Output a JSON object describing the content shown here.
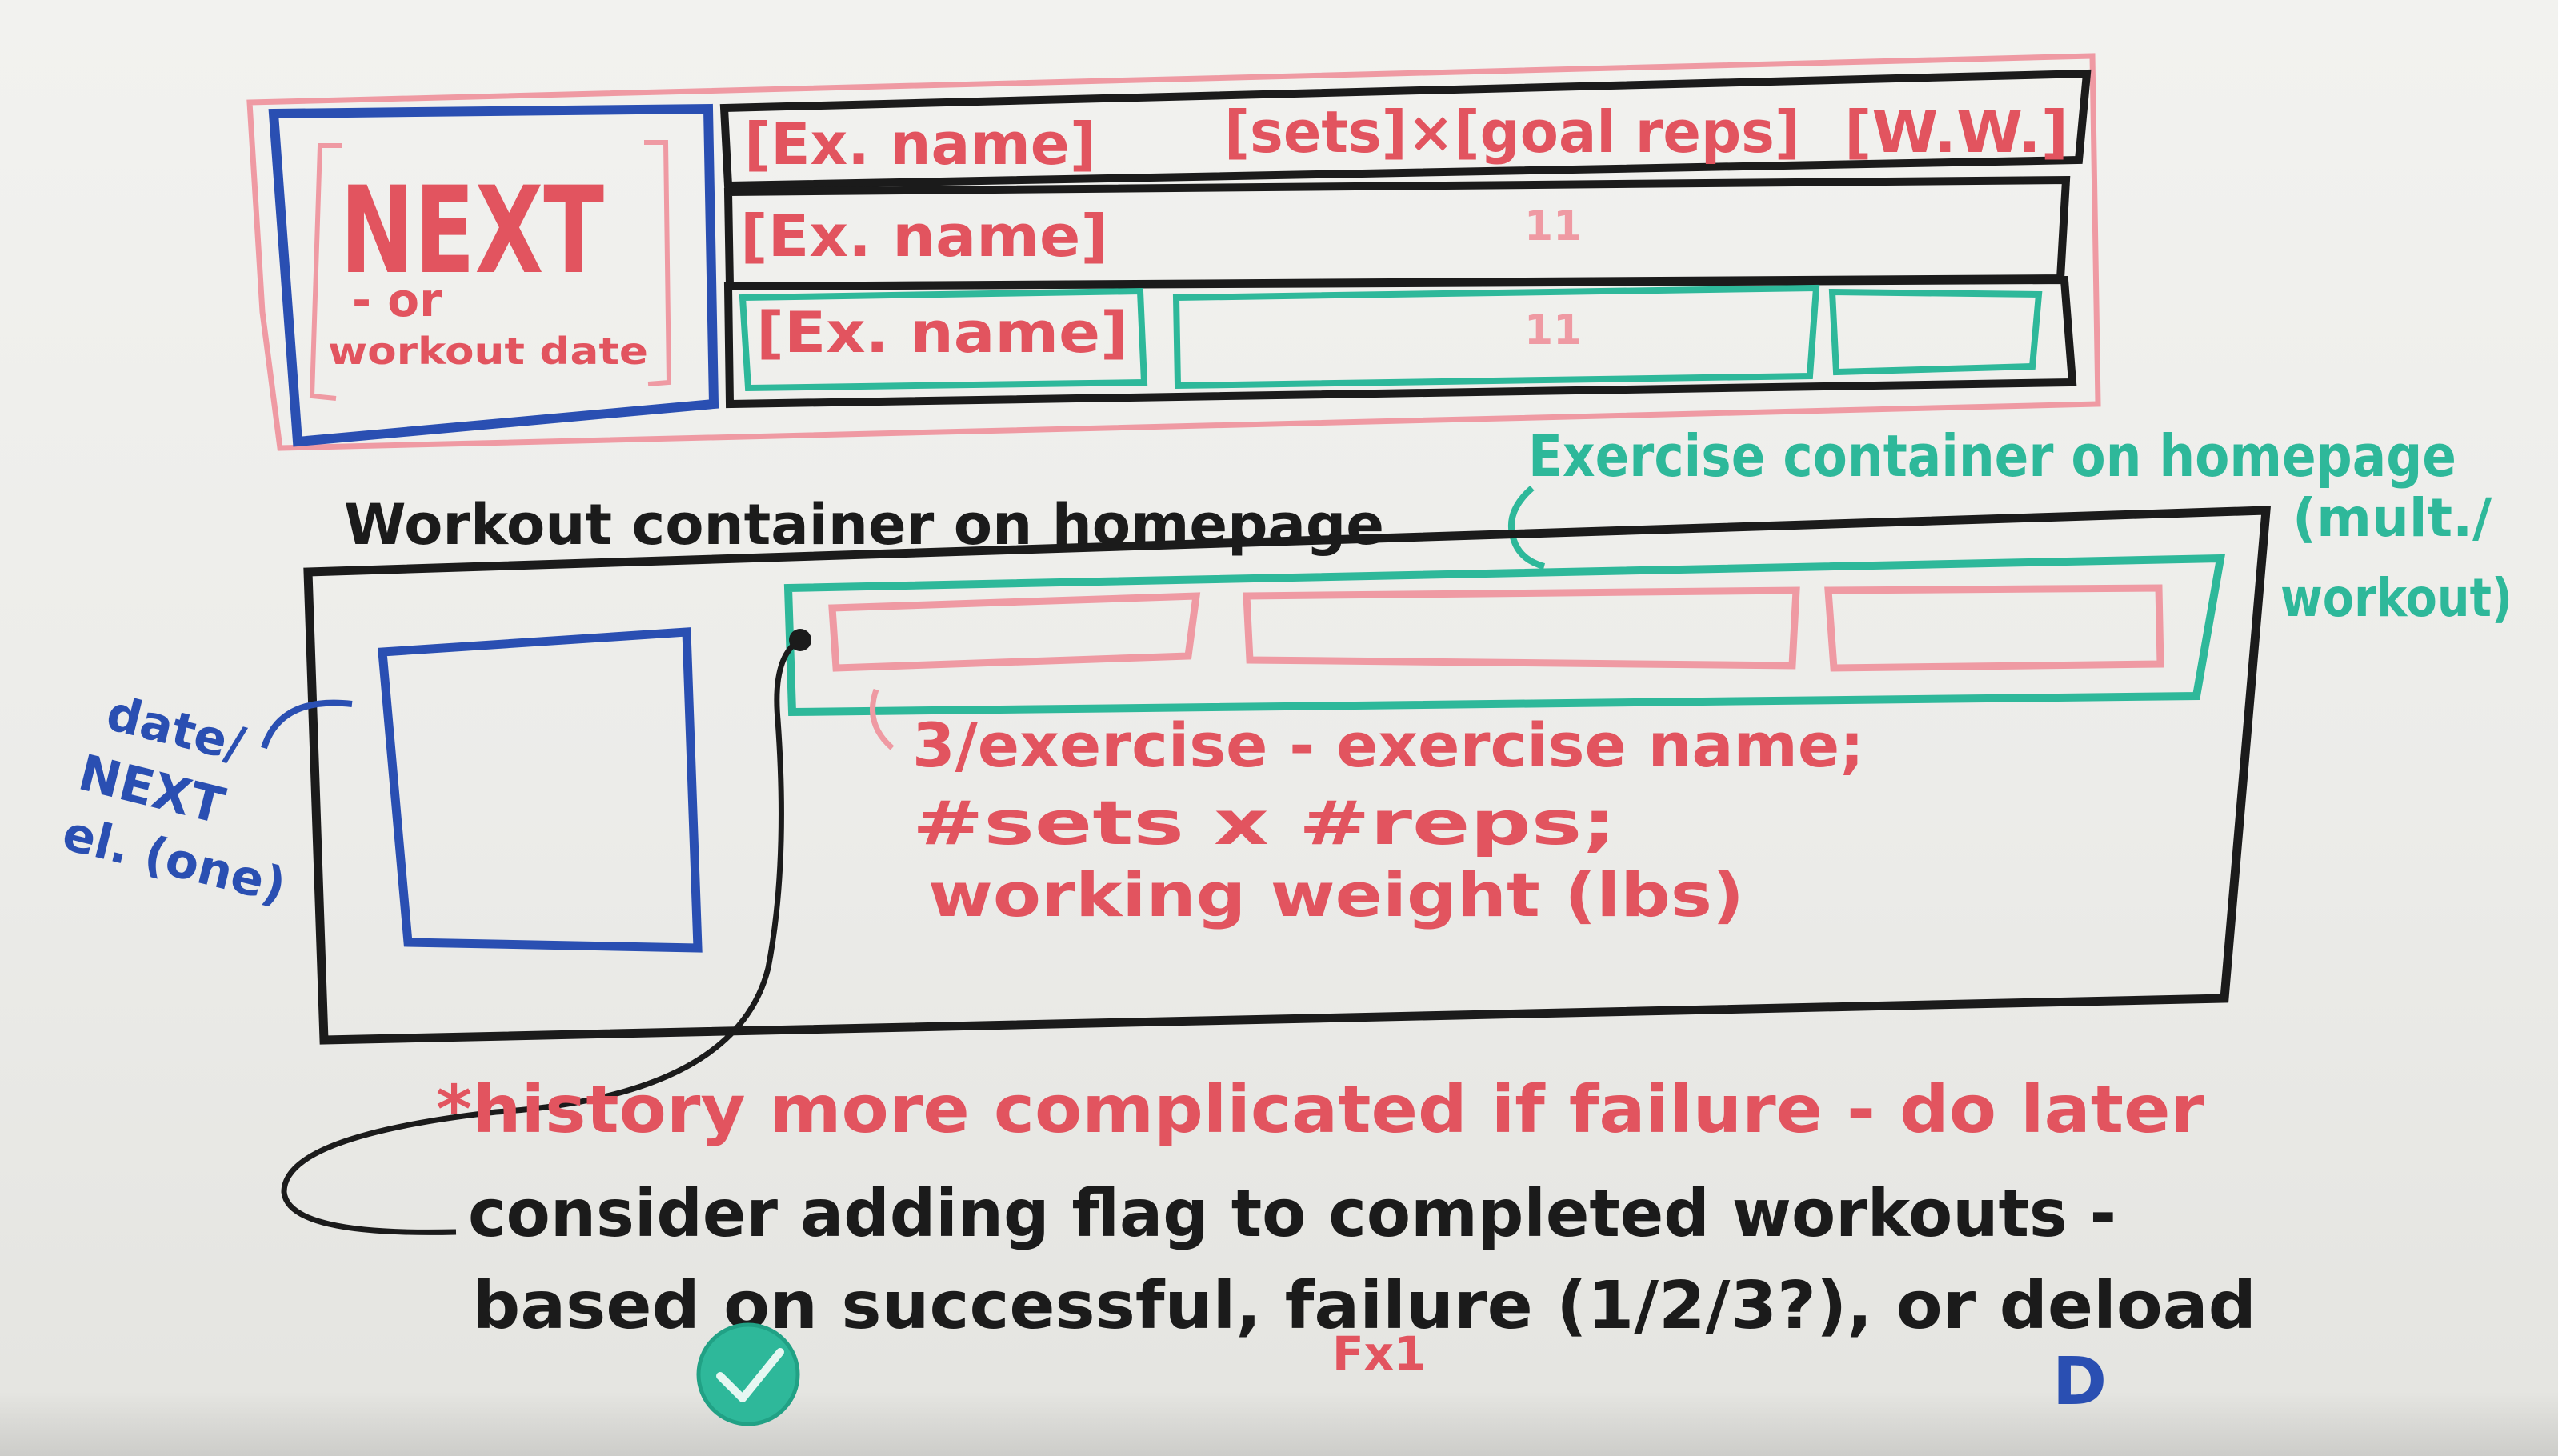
{
  "colors": {
    "black": "#1b1b1b",
    "red": "#e2545f",
    "red_light": "#ef9aa3",
    "blue": "#2a4fb2",
    "teal": "#2eb89a"
  },
  "top_diagram": {
    "next_label": "NEXT",
    "or_label": "- or",
    "workout_date_label": "workout date",
    "row1": {
      "exercise_name": "[Ex. name]",
      "sets_reps": "[sets]×[goal reps]",
      "working_weight": "[W.W.]"
    },
    "row2": {
      "exercise_name": "[Ex. name]",
      "ditto": "11"
    },
    "row3": {
      "exercise_name": "[Ex. name]",
      "ditto": "11"
    }
  },
  "annotations": {
    "workout_container": "Workout container on homepage",
    "exercise_container_line1": "Exercise container on homepage",
    "exercise_container_line2": "(mult./",
    "exercise_container_line3": "workout)",
    "date_next_line1": "date/",
    "date_next_line2": "NEXT",
    "date_next_line3": "el. (one)",
    "exercise_detail_line1": "3/exercise - exercise name;",
    "exercise_detail_line2": "#sets x #reps;",
    "exercise_detail_line3": "working weight (lbs)",
    "history_note": "*history more complicated if failure - do later",
    "flag_note_line1": "consider adding flag to completed workouts -",
    "flag_note_line2": "based on successful, failure (1/2/3?), or deload",
    "failure_mark": "Fx1",
    "deload_mark": "D"
  },
  "icons": {
    "success": "checkmark-icon"
  }
}
